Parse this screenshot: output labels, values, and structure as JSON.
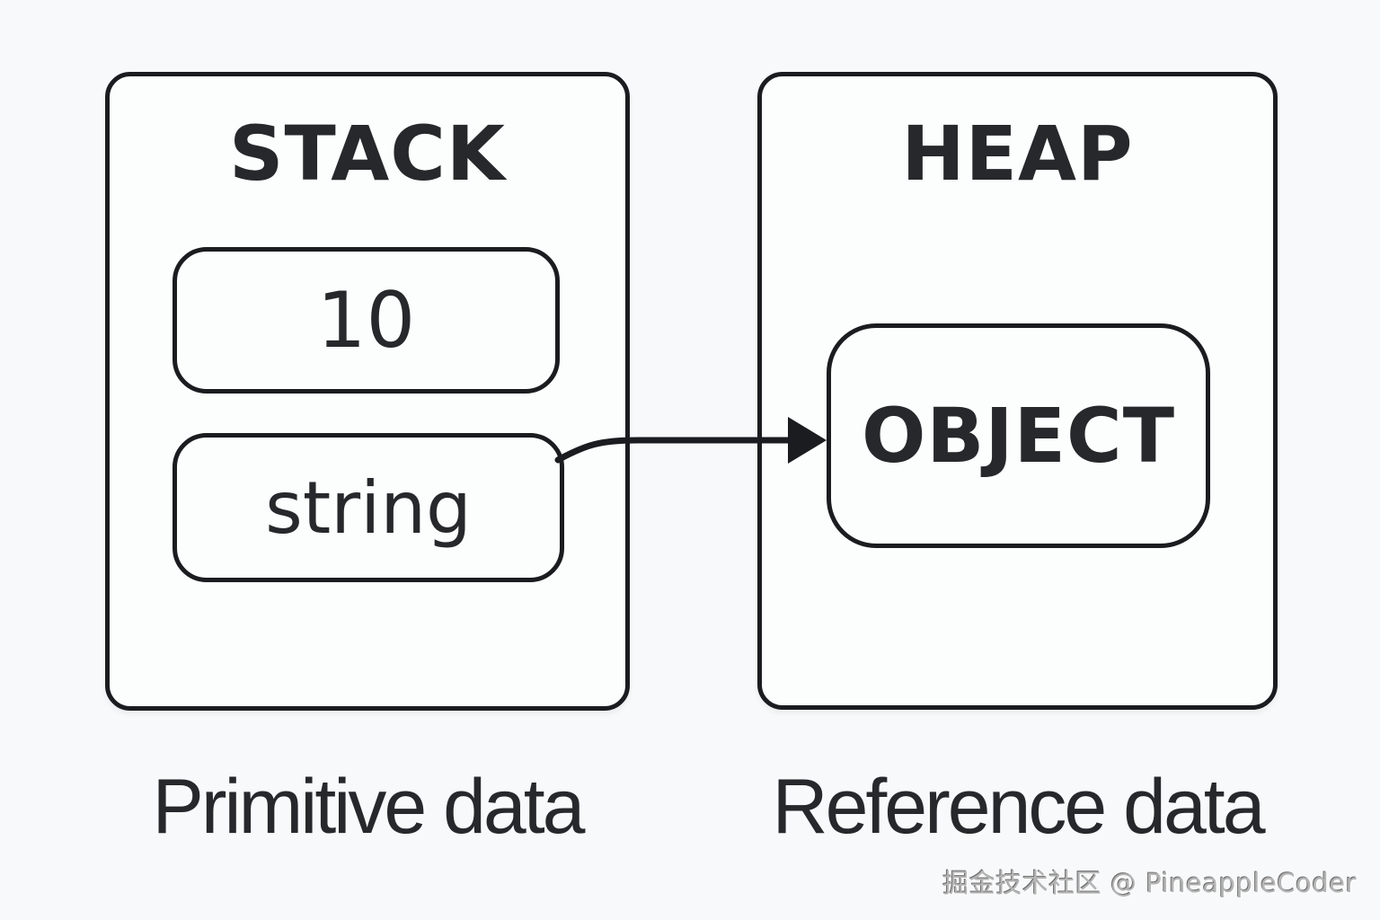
{
  "diagram": {
    "background_color": "#f8f9fa",
    "stroke_color": "#1a1c1f",
    "text_color": "#26282b",
    "stack": {
      "title": "STACK",
      "items": [
        {
          "label": "10"
        },
        {
          "label": "string"
        }
      ],
      "caption": "Primitive data"
    },
    "heap": {
      "title": "HEAP",
      "items": [
        {
          "label": "OBJECT"
        }
      ],
      "caption": "Reference data"
    },
    "arrow": {
      "from": "string",
      "to": "OBJECT",
      "color": "#1a1c1f"
    }
  },
  "watermark": {
    "text": "掘金技术社区 @ PineappleCoder",
    "color": "#b5b5b5"
  }
}
